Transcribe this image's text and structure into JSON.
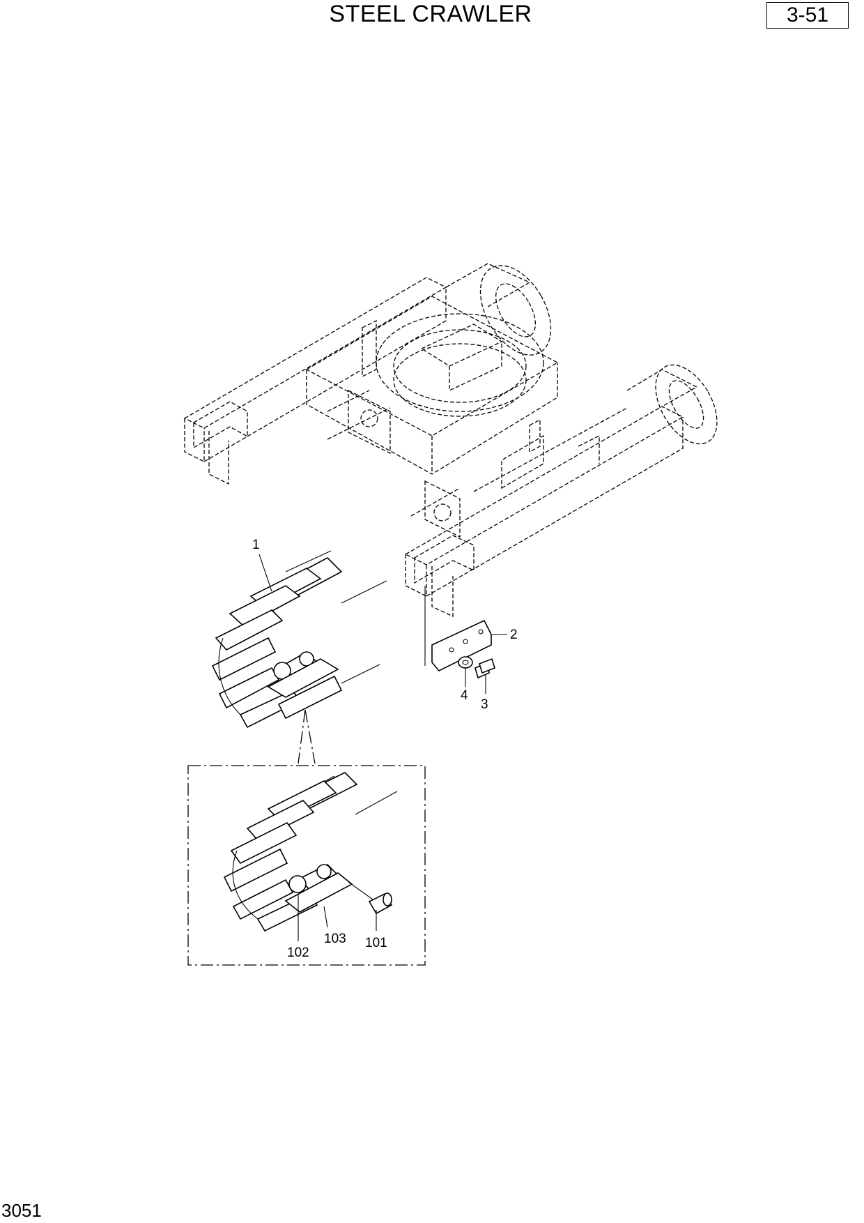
{
  "header": {
    "title": "STEEL CRAWLER",
    "page_number": "3-51"
  },
  "footer": {
    "code": "3051"
  },
  "callouts": {
    "item_1": "1",
    "item_2": "2",
    "item_3": "3",
    "item_4": "4",
    "item_101": "101",
    "item_102": "102",
    "item_103": "103"
  }
}
